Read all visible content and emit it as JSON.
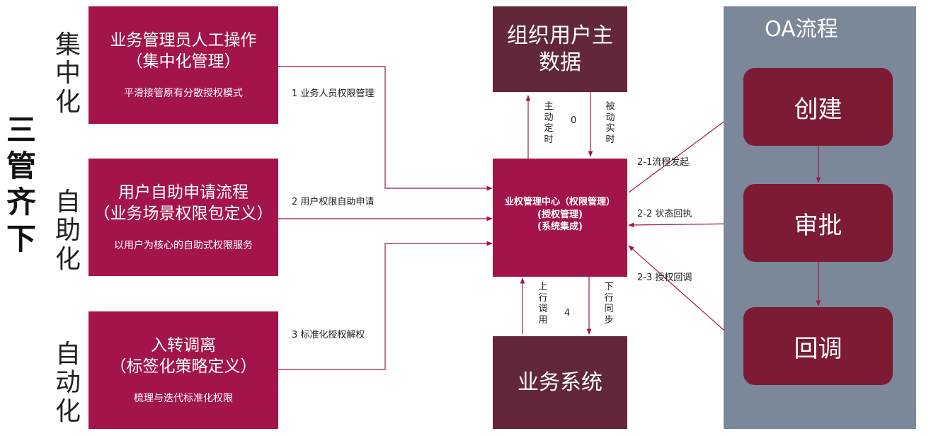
{
  "side_title": "三管齐下",
  "row_labels": [
    "集中化",
    "自助化",
    "自动化"
  ],
  "left_boxes": [
    {
      "title1": "业务管理员人工操作",
      "title2": "（集中化管理）",
      "sub": "平滑接管原有分散授权模式"
    },
    {
      "title1": "用户自助申请流程",
      "title2": "（业务场景权限包定义）",
      "sub": "以用户为核心的自助式权限服务"
    },
    {
      "title1": "入转调离",
      "title2": "（标签化策略定义）",
      "sub": "梳理与迭代标准化权限"
    }
  ],
  "edge_labels": {
    "e1": "1 业务人员权限管理",
    "e2": "2 用户权限自助申请",
    "e3": "3 标准化授权解权",
    "up_active": "主动定时",
    "zero": "0",
    "down_passive": "被动实时",
    "up_call": "上行调用",
    "four": "4",
    "down_sync": "下行同步",
    "oa1": "2-1流程发起",
    "oa2": "2-2 状态回执",
    "oa3": "2-3 授权回调"
  },
  "master_data": {
    "line1": "组织用户主",
    "line2": "数据"
  },
  "center": {
    "line1": "业权管理中心（权限管理）",
    "line2": "(授权管理)",
    "line3": "(系统集成)"
  },
  "business_system": "业务系统",
  "oa": {
    "title": "OA流程",
    "steps": [
      "创建",
      "审批",
      "回调"
    ]
  },
  "colors": {
    "box": "#A3154A",
    "dark_box": "#632838",
    "panel": "#7A8899",
    "pill": "#7D1B35",
    "line": "#A3154A"
  }
}
